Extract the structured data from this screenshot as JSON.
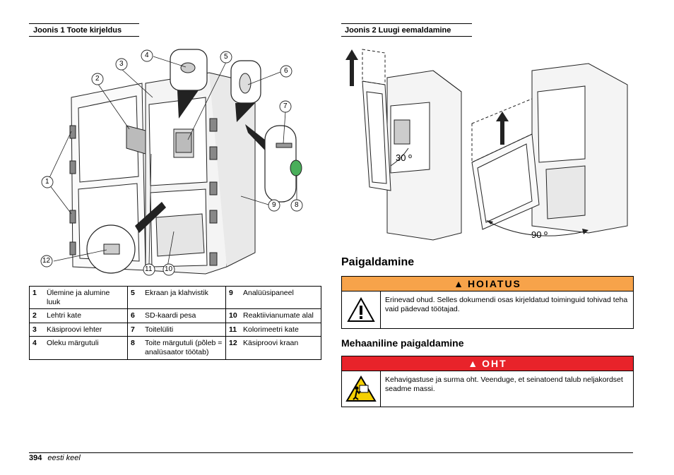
{
  "figure1": {
    "title": "Joonis 1  Toote kirjeldus",
    "callouts": [
      "1",
      "2",
      "3",
      "4",
      "5",
      "6",
      "7",
      "8",
      "9",
      "10",
      "11",
      "12"
    ]
  },
  "figure2": {
    "title": "Joonis 2  Luugi eemaldamine",
    "angle_30": "30 º",
    "angle_90": "90 º"
  },
  "legend": {
    "rows": [
      [
        {
          "n": "1",
          "t": "Ülemine ja alumine luuk"
        },
        {
          "n": "5",
          "t": "Ekraan ja klahvistik"
        },
        {
          "n": "9",
          "t": "Analüüsipaneel"
        }
      ],
      [
        {
          "n": "2",
          "t": "Lehtri kate"
        },
        {
          "n": "6",
          "t": "SD-kaardi pesa"
        },
        {
          "n": "10",
          "t": "Reaktiivianumate alal"
        }
      ],
      [
        {
          "n": "3",
          "t": "Käsiproovi lehter"
        },
        {
          "n": "7",
          "t": "Toitelüliti"
        },
        {
          "n": "11",
          "t": "Kolorimeetri kate"
        }
      ],
      [
        {
          "n": "4",
          "t": "Oleku märgutuli"
        },
        {
          "n": "8",
          "t": "Toite märgutuli (põleb = analüsaator töötab)"
        },
        {
          "n": "12",
          "t": "Käsiproovi kraan"
        }
      ]
    ]
  },
  "installation": {
    "heading": "Paigaldamine",
    "warning": {
      "label": "HOIATUS",
      "color": "#f7a34a",
      "icon": "exclamation-triangle-icon",
      "text": "Erinevad ohud. Selles dokumendi osas kirjeldatud toiminguid tohivad teha vaid pädevad töötajad."
    },
    "mechanical_heading": "Mehaaniline paigaldamine",
    "danger": {
      "label": "OHT",
      "color": "#e8232a",
      "icon": "heavy-object-hazard-icon",
      "text": "Kehavigastuse ja surma oht. Veenduge, et seinatoend talub neljakordset seadme massi."
    }
  },
  "footer": {
    "page_number": "394",
    "language": "eesti keel"
  }
}
